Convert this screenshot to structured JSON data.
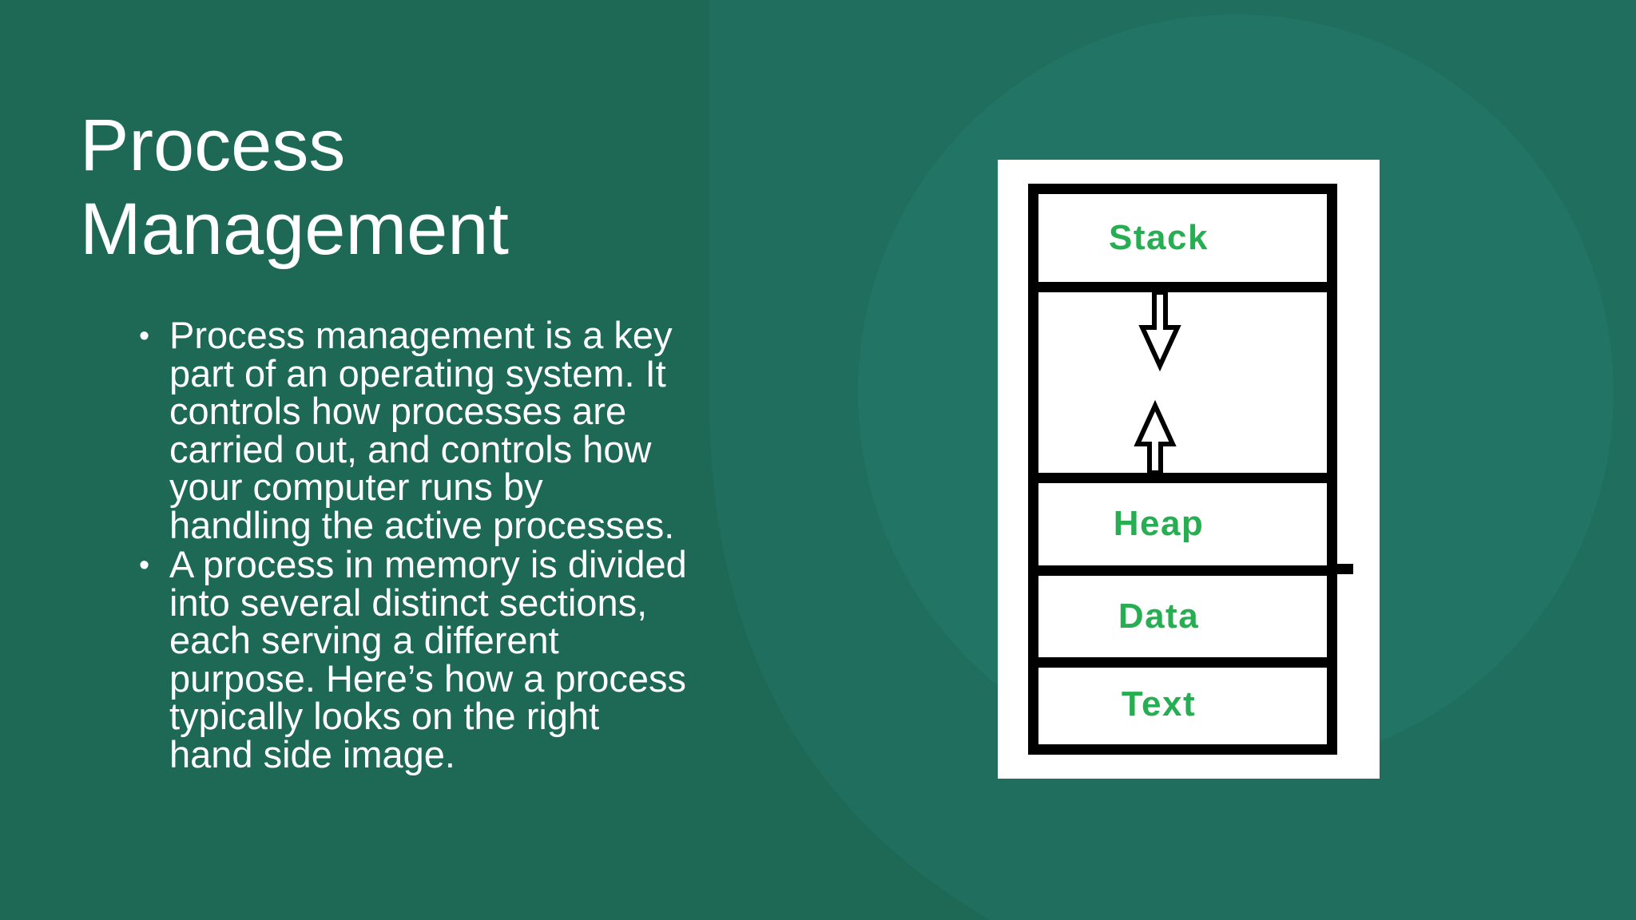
{
  "slide": {
    "title": "Process Management",
    "bullets": [
      "Process management is a key part of an operating system. It controls how processes are carried out, and controls how your computer runs by handling the active processes.",
      "A process in memory is divided into several distinct sections, each serving a different purpose. Here’s how a process typically looks on the right hand side image."
    ]
  },
  "diagram": {
    "labels": {
      "stack": "Stack",
      "heap": "Heap",
      "data": "Data",
      "text": "Text"
    }
  },
  "colors": {
    "background_dark": "#1d6956",
    "background_mid": "#206e5d",
    "background_light": "#227465",
    "diagram_text_green": "#28ae52",
    "title_text": "#ffffff",
    "diagram_border": "#000000",
    "card_background": "#ffffff"
  }
}
